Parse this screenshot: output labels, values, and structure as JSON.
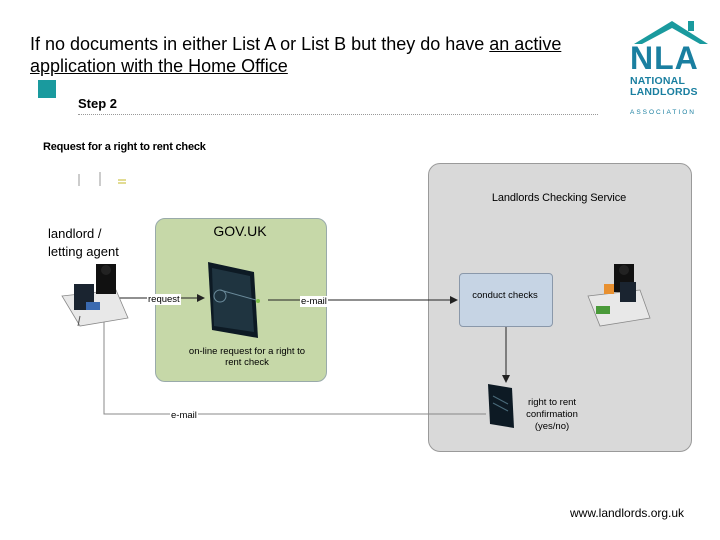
{
  "slide": {
    "title_plain": "If no documents in either List A or List B but they do have ",
    "title_underlined_1": "an active",
    "title_underlined_2": "application with the Home Office",
    "step": "Step 2",
    "heading": "Request for a right to rent check",
    "url": "www.landlords.org.uk"
  },
  "logo": {
    "letters": "NLA",
    "line1": "NATIONAL",
    "line2": "LANDLORDS",
    "line3": "ASSOCIATION",
    "color": "#1a7fa0"
  },
  "diagram": {
    "landlord_label": "landlord / letting agent",
    "govuk_label": "GOV.UK",
    "lcs_label": "Landlords Checking Service",
    "conduct_label": "conduct checks",
    "request_label": "request",
    "email_label_1": "e-mail",
    "online_label": "on-line request for a right to rent check",
    "email_label_2": "e-mail",
    "confirmation_label": "right to rent confirmation (yes/no)"
  },
  "colors": {
    "govuk_panel": "#c6d8a8",
    "lcs_panel": "#d9d9d9",
    "conduct_box": "#c6d4e4",
    "accent_teal": "#1a9a9e"
  }
}
